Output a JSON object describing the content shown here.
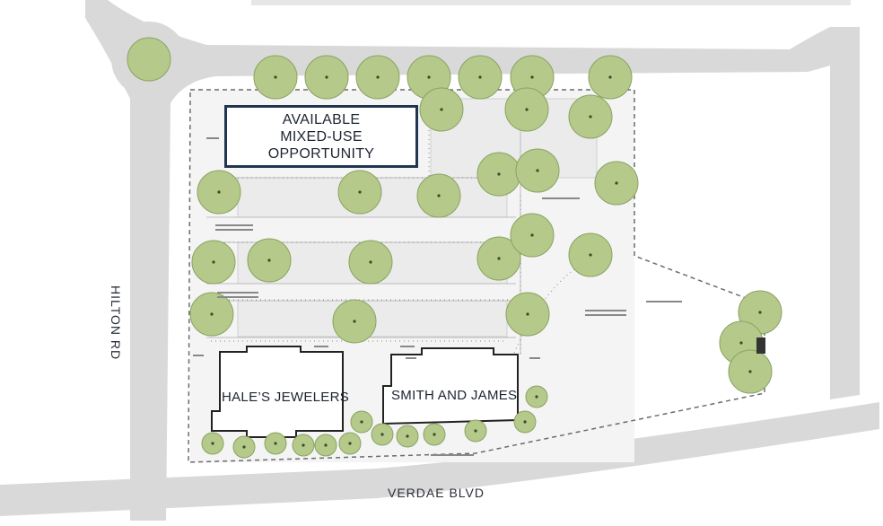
{
  "callout": {
    "line1": "AVAILABLE",
    "line2": "MIXED-USE",
    "line3": "OPPORTUNITY"
  },
  "buildings": [
    {
      "id": "hales",
      "label": "HALE’S JEWELERS"
    },
    {
      "id": "smith",
      "label": "SMITH AND JAMES"
    }
  ],
  "roads": {
    "west": "HILTON RD",
    "south": "VERDAE BLVD"
  },
  "colors": {
    "tree_fill": "#b5c98a",
    "tree_stroke": "#8aa362",
    "road": "#d9d9d9",
    "site_dash": "#6b6b6b",
    "callout_border": "#1f3550",
    "building_stroke": "#222222"
  }
}
